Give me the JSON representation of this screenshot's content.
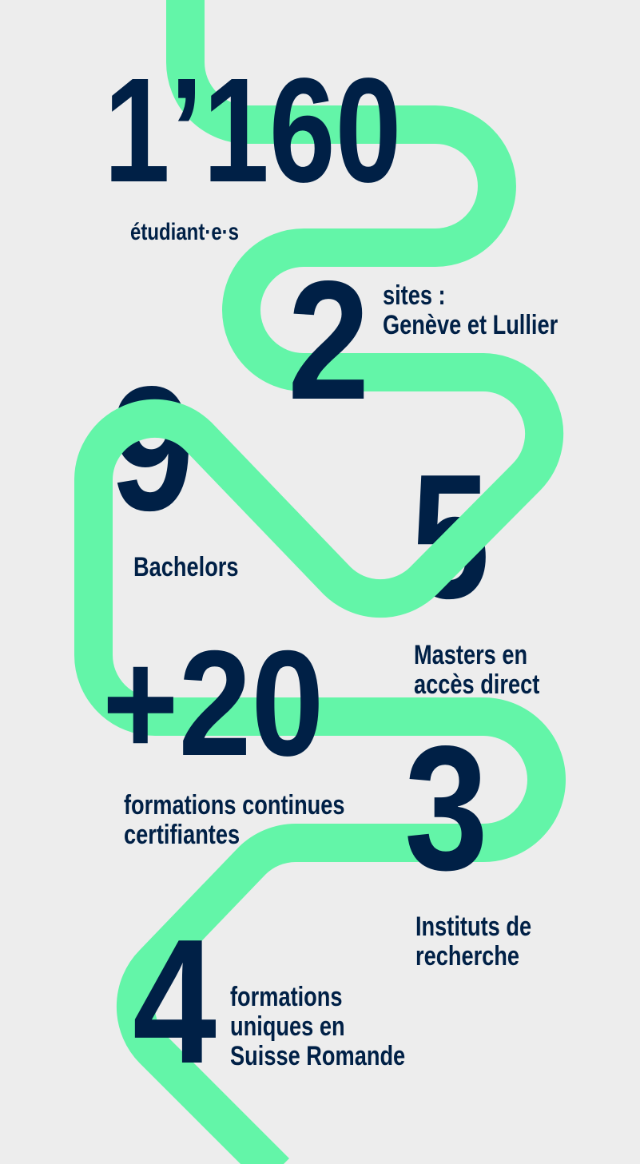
{
  "colors": {
    "background": "#ededed",
    "route": "#63f5a8",
    "text": "#002046"
  },
  "stats": [
    {
      "number": "1’160",
      "label_lines": [
        "étudiant·e·s"
      ]
    },
    {
      "number": "2",
      "label_lines": [
        "sites :",
        "Genève et Lullier"
      ]
    },
    {
      "number": "9",
      "label_lines": [
        "Bachelors"
      ]
    },
    {
      "number": "5",
      "label_lines": [
        "Masters en",
        "accès direct"
      ]
    },
    {
      "number": "+20",
      "label_lines": [
        "formations continues",
        "certifiantes"
      ]
    },
    {
      "number": "3",
      "label_lines": [
        "Instituts de",
        "recherche"
      ]
    },
    {
      "number": "4",
      "label_lines": [
        "formations",
        "uniques en",
        "Suisse Romande"
      ]
    }
  ]
}
